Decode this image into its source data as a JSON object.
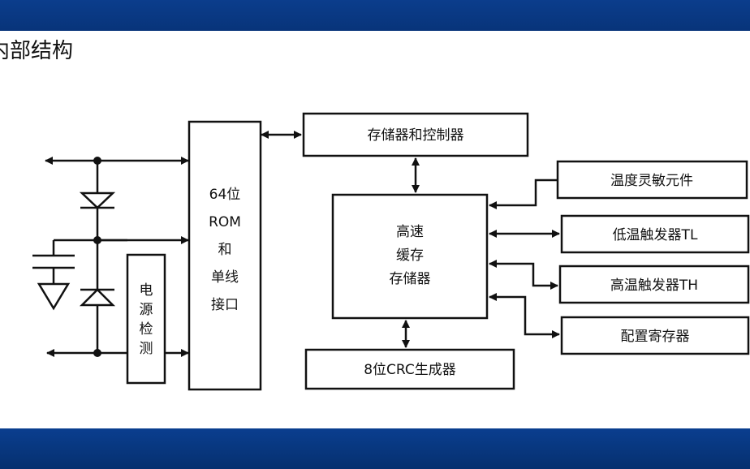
{
  "slide": {
    "title": "内部结构",
    "band_color": "#0a3a85"
  },
  "diagram": {
    "rom_interface": [
      "64位",
      "ROM",
      "和",
      "单线",
      "接口"
    ],
    "memory_controller": "存储器和控制器",
    "scratchpad": [
      "高速",
      "缓存",
      "存储器"
    ],
    "crc_generator": "8位CRC生成器",
    "power_detect": [
      "电",
      "源",
      "检",
      "测"
    ],
    "temp_sensor": "温度灵敏元件",
    "low_trigger": "低温触发器TL",
    "high_trigger": "高温触发器TH",
    "config_register": "配置寄存器"
  }
}
